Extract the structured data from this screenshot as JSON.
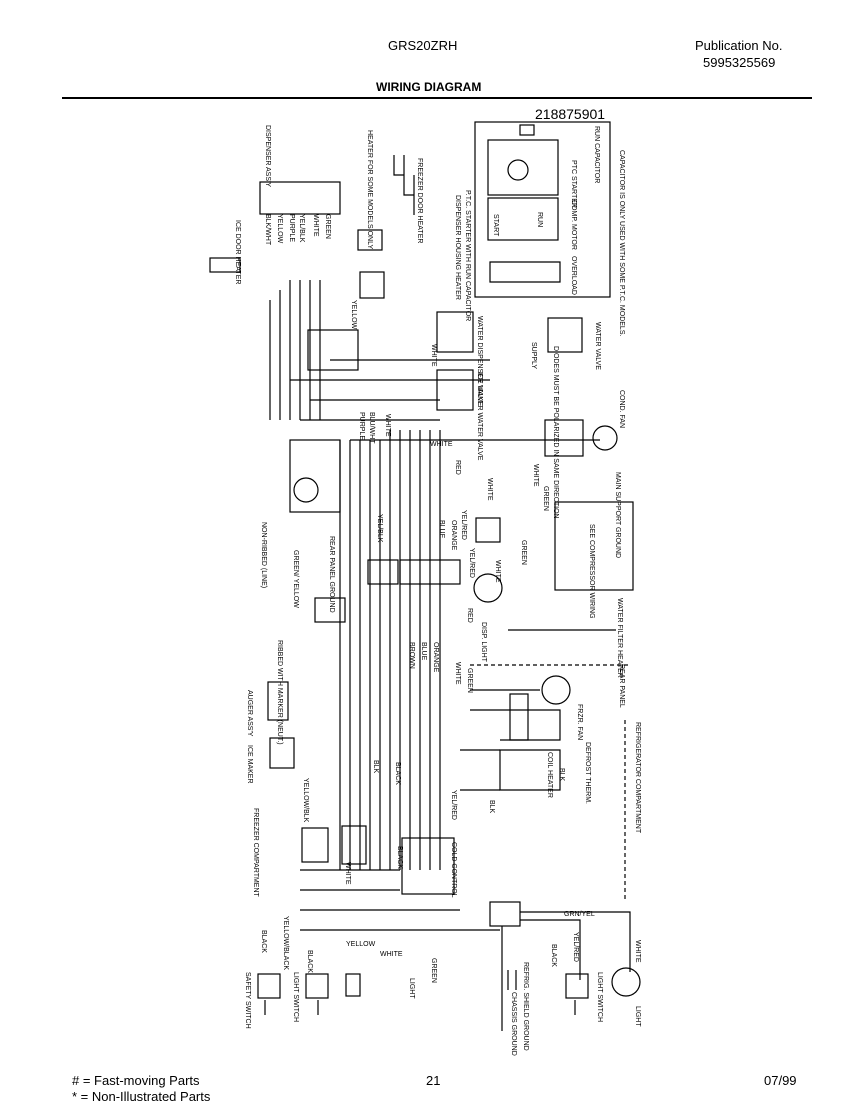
{
  "header": {
    "model": "GRS20ZRH",
    "publication_label": "Publication No.",
    "publication_number": "5995325569",
    "title": "WIRING DIAGRAM"
  },
  "diagram": {
    "part_number": "218875901",
    "labels": {
      "ice_door_heater": "ICE DOOR HEATER",
      "dispenser_assy": "DISPENSER ASS'Y",
      "heater_note": "HEATER FOR SOME MODELS ONLY",
      "freezer_door_heater": "FREEZER DOOR HEATER",
      "dispenser_housing_heater": "DISPENSER HOUSING HEATER",
      "ptc_starter_note": "P.T.C. STARTER WITH RUN CAPACITOR",
      "run_capacitor": "RUN CAPACITOR",
      "ptc_starter": "PTC STARTER",
      "start": "START",
      "run": "RUN",
      "comp_motor": "COMP. MOTOR",
      "overload": "OVERLOAD",
      "capacitor_note": "CAPACITOR IS ONLY USED WITH SOME P.T.C. MODELS.",
      "water_dispenser_valve": "WATER DISPENSER VALVE",
      "water_valve": "WATER VALVE",
      "ice_maker_water_valve": "ICE MAKER WATER VALVE",
      "supply": "SUPPLY",
      "diodes_note": "DIODES MUST BE POLARIZED IN SAME DIRECTION",
      "cond_fan": "COND. FAN",
      "main_support_ground": "MAIN SUPPORT GROUND",
      "see_compressor_wiring": "SEE COMPRESSOR WIRING",
      "non_ribbed_line": "NON-RIBBED (LINE)",
      "rear_panel_ground": "REAR PANEL GROUND",
      "ribbed_with_marker": "RIBBED WITH MARKER (NEUT.)",
      "auger_assy": "AUGER ASS'Y",
      "ice_maker": "ICE MAKER",
      "disp_light": "DISP. LIGHT",
      "water_filter_heater": "WATER FILTER HEATER",
      "rear_panel": "REAR PANEL",
      "frzr_fan": "FRZR. FAN",
      "defrost_therm": "DEFROST THERM.",
      "coil_heater": "COIL HEATER",
      "refrigerator_compartment": "REFRIGERATOR COMPARTMENT",
      "freezer_compartment": "FREEZER COMPARTMENT",
      "cold_control": "COLD CONTROL",
      "safety_switch": "SAFETY SWITCH",
      "light_switch": "LIGHT SWITCH",
      "light": "LIGHT",
      "refrig_shield_ground": "REFRIG. SHIELD GROUND",
      "chassis_ground": "CHASSIS GROUND"
    },
    "wires": {
      "blk_wht": "BLK/WHT",
      "yellow": "YELLOW",
      "purple": "PURPLE",
      "yel_blk": "YEL/BLK",
      "white": "WHITE",
      "green": "GREEN",
      "black": "BLACK",
      "blue": "BLUE",
      "brown": "BROWN",
      "orange": "ORANGE",
      "red": "RED",
      "yel_red": "YEL/RED",
      "grn_yel": "GRN/YEL",
      "green_yellow": "GREEN/ YELLOW",
      "yellow_black": "YELLOW/BLACK",
      "yellow_blk": "YELLOW/BLK",
      "yellow_red": "YELLOW/RED",
      "blu_wht": "BLU/WHT",
      "blk": "BLK"
    }
  },
  "footer": {
    "legend_fast_moving": "# = Fast-moving Parts",
    "legend_non_illustrated": "* = Non-Illustrated Parts",
    "page_number": "21",
    "date": "07/99"
  }
}
